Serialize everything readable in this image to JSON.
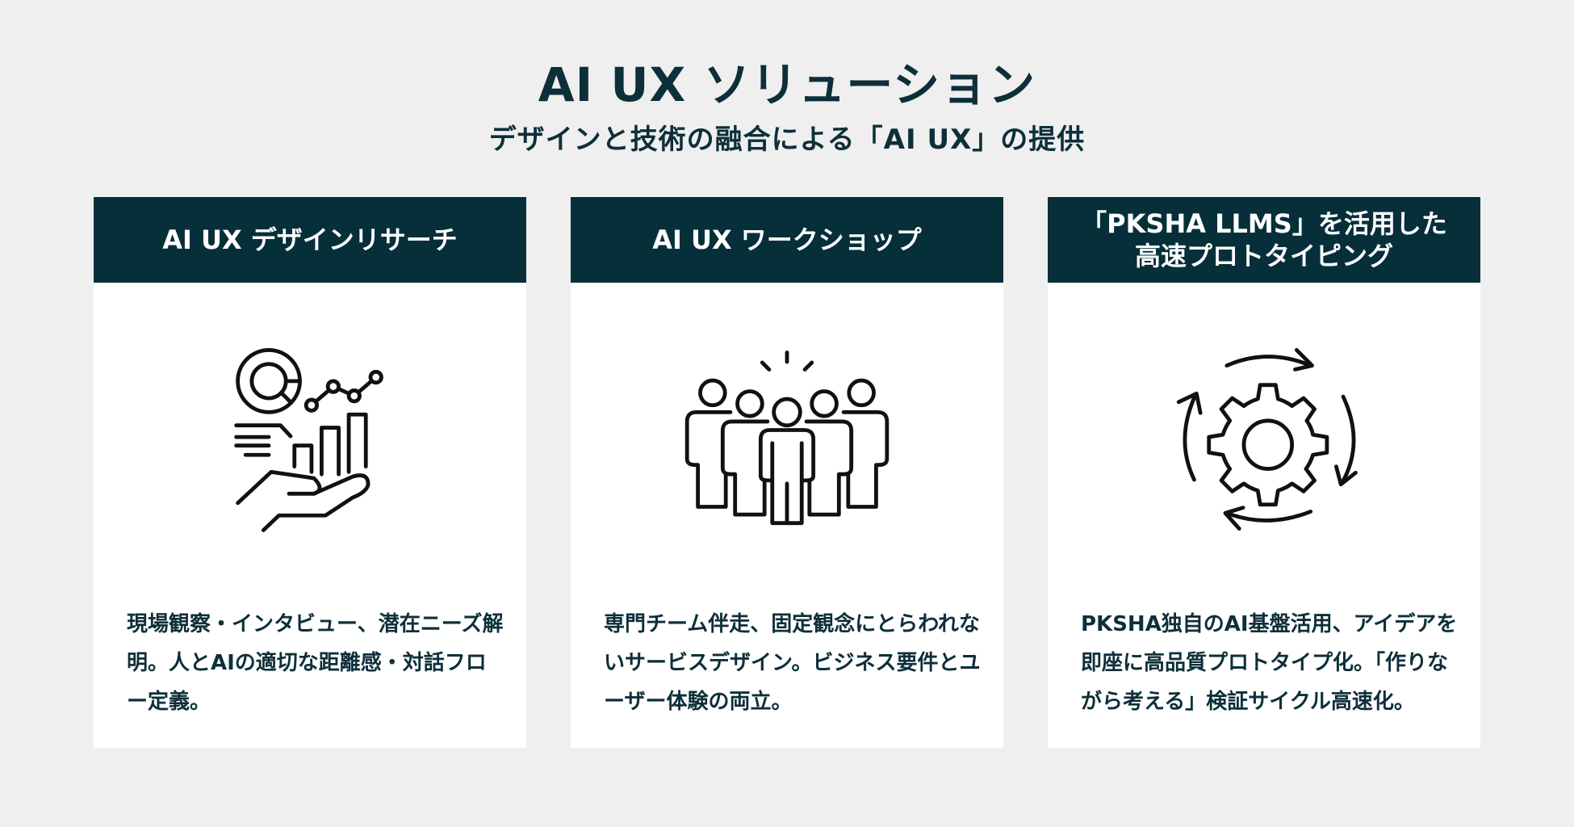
{
  "header": {
    "title": "AI UX ソリューション",
    "subtitle": "デザインと技術の融合による「AI UX」の提供"
  },
  "colors": {
    "background": "#efefef",
    "header_bg": "#062f3a",
    "text": "#0d2f3a",
    "card_bg": "#ffffff"
  },
  "cards": [
    {
      "title": "AI UX デザインリサーチ",
      "icon": "data-analysis-hand-icon",
      "description": "現場観察・インタビュー、潜在ニーズ解明。人とAIの適切な距離感・対話フロー定義。"
    },
    {
      "title": "AI UX ワークショップ",
      "icon": "team-group-icon",
      "description": "専門チーム伴走、固定観念にとらわれないサービスデザイン。ビジネス要件とユーザー体験の両立。"
    },
    {
      "title": "「PKSHA LLMS」を活用した\n高速プロトタイピング",
      "icon": "gear-cycle-icon",
      "description": "PKSHA独自のAI基盤活用、アイデアを即座に高品質プロトタイプ化。「作りながら考える」検証サイクル高速化。"
    }
  ]
}
